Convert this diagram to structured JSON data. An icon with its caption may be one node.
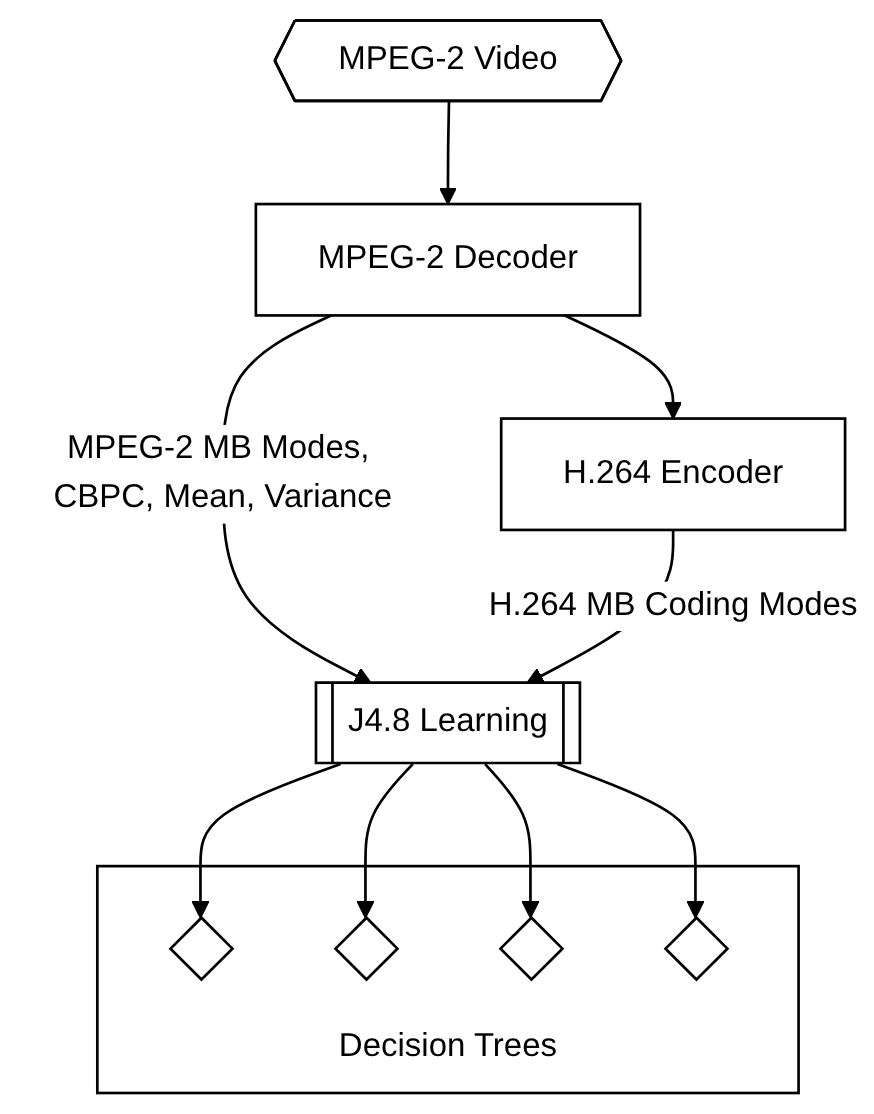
{
  "diagram": {
    "nodes": [
      {
        "text": [
          "MPEG-2 Video"
        ]
      },
      {
        "text": [
          "MPEG-2 Decoder"
        ]
      },
      {
        "text": [
          "H.264 Encoder"
        ]
      },
      {
        "text": [
          "J4.8 Learning"
        ]
      },
      {
        "text": [
          "Decision Trees"
        ]
      },
      {
        "text": [],
        "shape": "diamond",
        "in": 4
      },
      {
        "text": [],
        "shape": "diamond",
        "in": 4
      },
      {
        "text": [],
        "shape": "diamond",
        "in": 4
      },
      {
        "text": [],
        "shape": "diamond",
        "in": 4
      }
    ],
    "edges": [
      {
        "from": 0,
        "to": 1,
        "arrow": "to"
      },
      {
        "from": 1,
        "to": 2,
        "arrow": "to"
      },
      {
        "from": 1,
        "to": 3,
        "arrow": "to",
        "label": "MPEG-2 MB Modes, CBPC, Mean, Variance"
      },
      {
        "from": 2,
        "to": 3,
        "arrow": "to",
        "label": "H.264 MB Coding Modes"
      },
      {
        "from": 3,
        "to": 5,
        "arrow": "to"
      },
      {
        "from": 3,
        "to": 6,
        "arrow": "to"
      },
      {
        "from": 3,
        "to": 7,
        "arrow": "to"
      },
      {
        "from": 3,
        "to": 8,
        "arrow": "to"
      }
    ]
  }
}
